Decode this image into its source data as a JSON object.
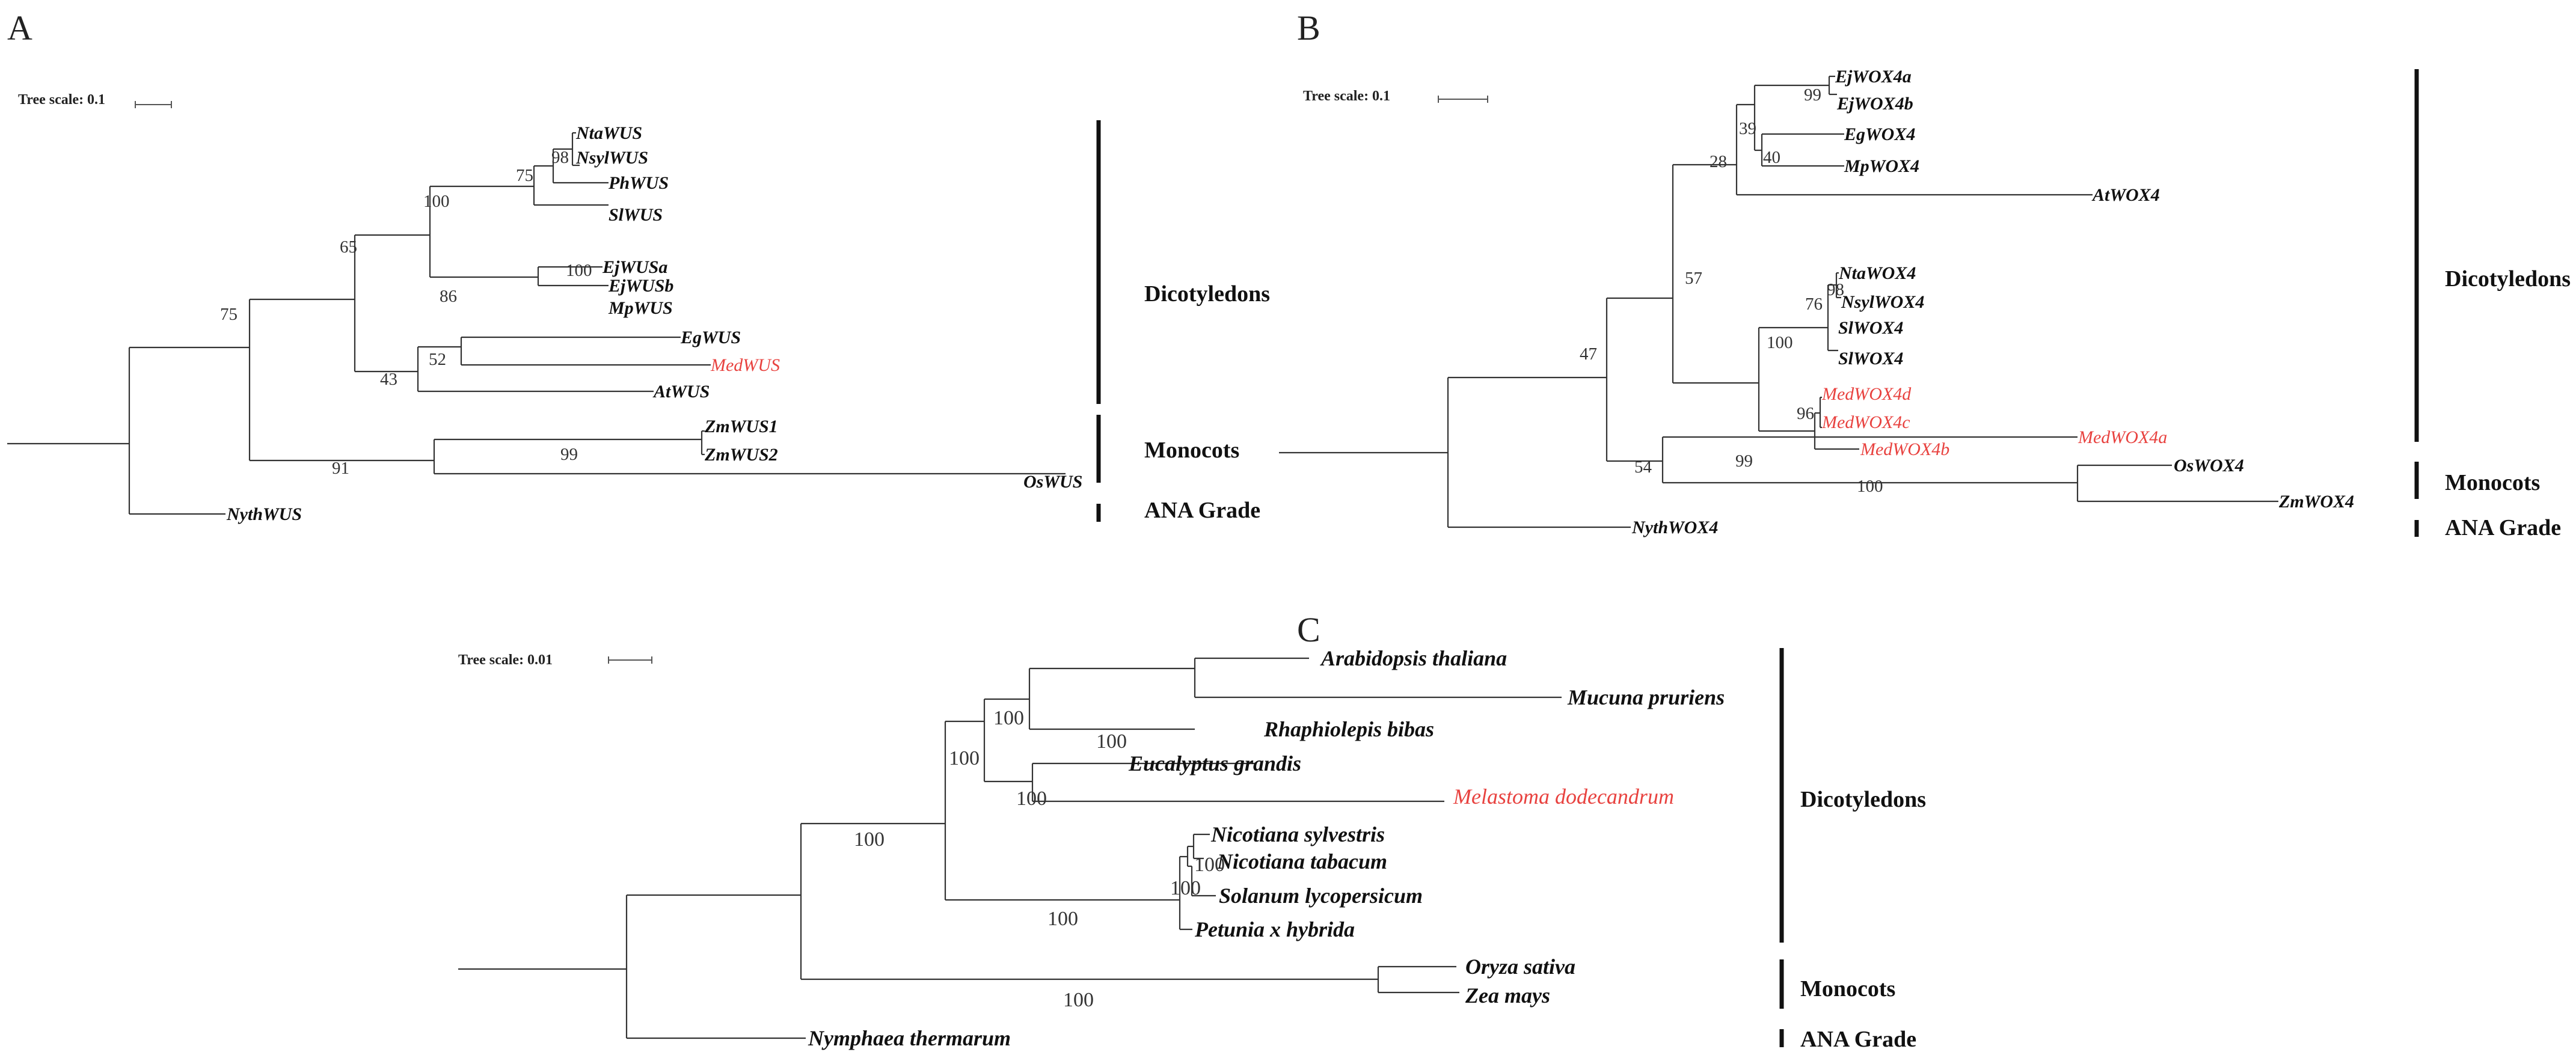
{
  "panels": [
    {
      "letter": "A",
      "scale_label": "Tree scale: 0.1",
      "highlight_color": "#e8423f",
      "leaves": [
        "NtaWUS",
        "NsylWUS",
        "PhWUS",
        "SlWUS",
        "EjWUSa",
        "EjWUSb",
        "MpWUS",
        "EgWUS",
        "MedWUS",
        "AtWUS",
        "ZmWUS1",
        "ZmWUS2",
        "OsWUS",
        "NythWUS"
      ],
      "highlighted": [
        "MedWUS"
      ],
      "bootstrap": [
        "98",
        "75",
        "100",
        "100",
        "86",
        "65",
        "52",
        "43",
        "75",
        "99",
        "91"
      ],
      "clades": [
        "Dicotyledons",
        "Monocots",
        "ANA Grade"
      ]
    },
    {
      "letter": "B",
      "scale_label": "Tree scale: 0.1",
      "highlight_color": "#e8423f",
      "leaves": [
        "EjWOX4a",
        "EjWOX4b",
        "EgWOX4",
        "MpWOX4",
        "AtWOX4",
        "NtaWOX4",
        "NsylWOX4",
        "SlWOX4",
        "SlWOX4",
        "MedWOX4d",
        "MedWOX4c",
        "MedWOX4b",
        "MedWOX4a",
        "OsWOX4",
        "ZmWOX4",
        "NythWOX4"
      ],
      "highlighted": [
        "MedWOX4d",
        "MedWOX4c",
        "MedWOX4b",
        "MedWOX4a"
      ],
      "bootstrap": [
        "99",
        "39",
        "40",
        "28",
        "98",
        "76",
        "100",
        "57",
        "96",
        "99",
        "47",
        "54",
        "100"
      ],
      "clades": [
        "Dicotyledons",
        "Monocots",
        "ANA Grade"
      ]
    },
    {
      "letter": "C",
      "scale_label": "Tree scale: 0.01",
      "highlight_color": "#e8423f",
      "leaves": [
        "Arabidopsis thaliana",
        "Mucuna pruriens",
        "Rhaphiolepis bibas",
        "Eucalyptus grandis",
        "Melastoma dodecandrum",
        "Nicotiana sylvestris",
        "Nicotiana tabacum",
        "Solanum lycopersicum",
        "Petunia x hybrida",
        "Oryza sativa",
        "Zea mays",
        "Nymphaea thermarum"
      ],
      "highlighted": [
        "Melastoma dodecandrum"
      ],
      "bootstrap": [
        "100",
        "100",
        "100",
        "100",
        "100",
        "100",
        "100",
        "100"
      ],
      "clades": [
        "Dicotyledons",
        "Monocots",
        "ANA Grade"
      ]
    }
  ]
}
